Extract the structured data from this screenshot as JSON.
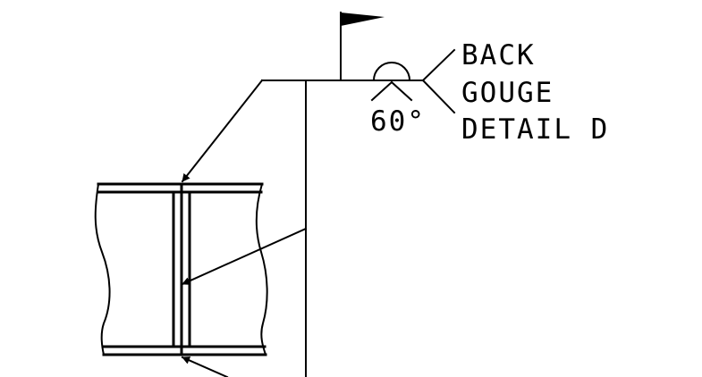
{
  "callout": {
    "line1": "BACK",
    "line2": "GOUGE",
    "line3": "DETAIL D"
  },
  "angle_label": "60°",
  "colors": {
    "ink": "#000000",
    "background": "#ffffff"
  }
}
